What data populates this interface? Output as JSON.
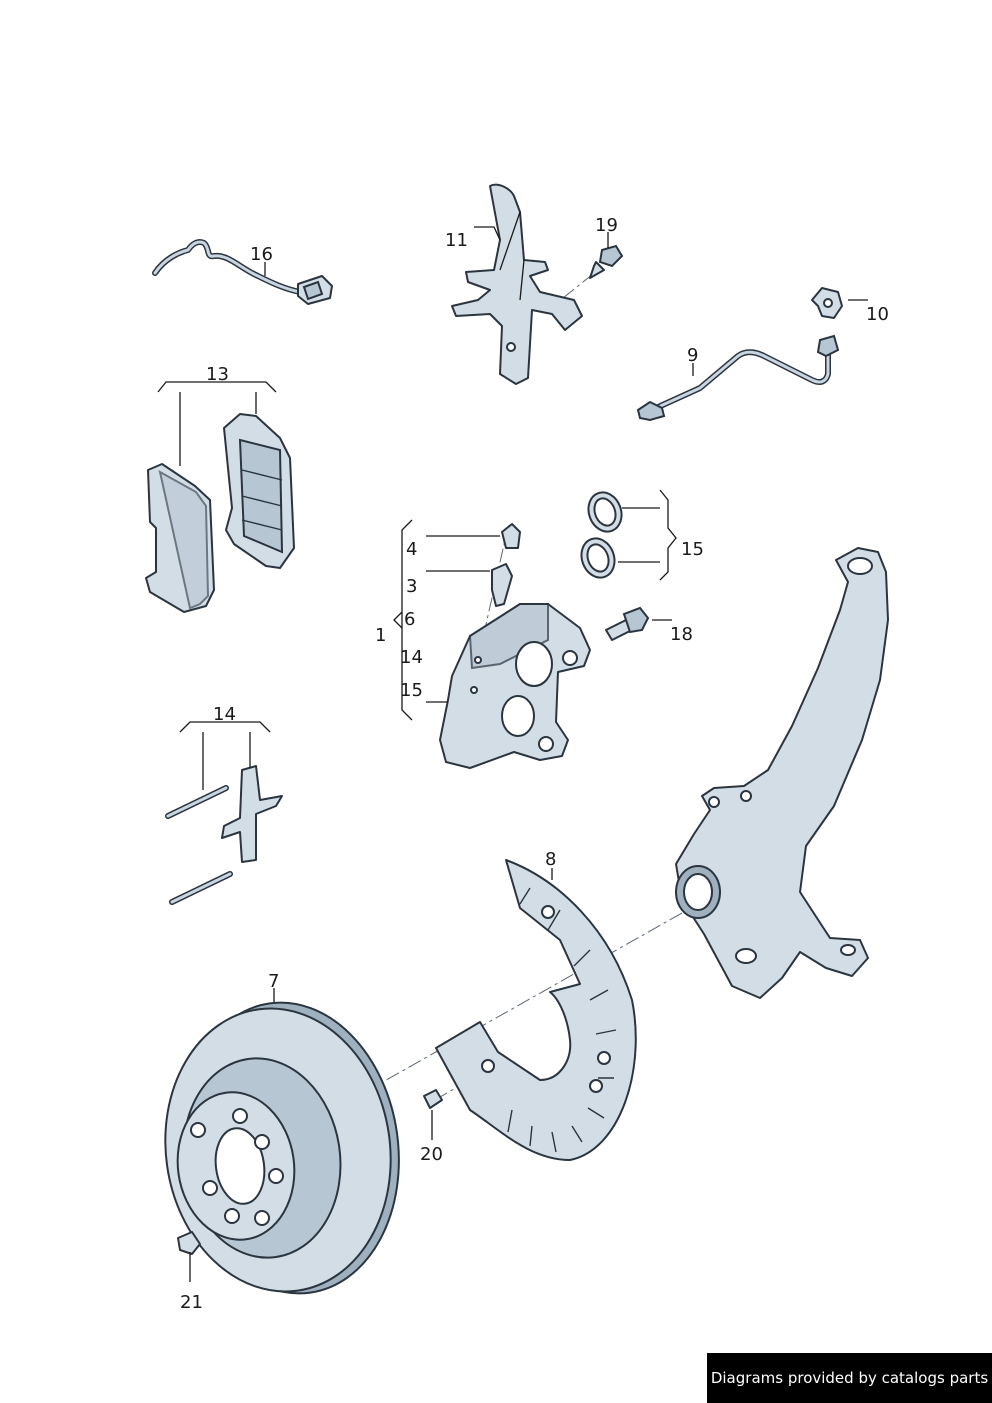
{
  "callouts": {
    "c1": "1",
    "c3": "3",
    "c4": "4",
    "c6": "6",
    "c7": "7",
    "c8": "8",
    "c9": "9",
    "c10": "10",
    "c11": "11",
    "c13": "13",
    "c14a": "14",
    "c14b": "14",
    "c15a": "15",
    "c15b": "15",
    "c16": "16",
    "c18": "18",
    "c19": "19",
    "c20": "20",
    "c21": "21"
  },
  "credit": "Diagrams provided by catalogs parts",
  "colors": {
    "part_fill": "#d3dde6",
    "outline": "#2a3540",
    "credit_bg": "#000000"
  },
  "parts": [
    {
      "id": "1",
      "icon": "brake-caliper-icon"
    },
    {
      "id": "3",
      "icon": "bleeder-valve-icon"
    },
    {
      "id": "4",
      "icon": "dust-cap-icon"
    },
    {
      "id": "7",
      "icon": "brake-disc-icon"
    },
    {
      "id": "8",
      "icon": "splash-guard-icon"
    },
    {
      "id": "9",
      "icon": "brake-hose-icon"
    },
    {
      "id": "10",
      "icon": "retaining-clip-icon"
    },
    {
      "id": "11",
      "icon": "bracket-icon"
    },
    {
      "id": "13",
      "icon": "brake-pad-icon"
    },
    {
      "id": "14",
      "icon": "guide-pin-icon"
    },
    {
      "id": "15",
      "icon": "seal-ring-icon"
    },
    {
      "id": "16",
      "icon": "wear-sensor-icon"
    },
    {
      "id": "18",
      "icon": "bolt-icon"
    },
    {
      "id": "19",
      "icon": "bolt-icon"
    },
    {
      "id": "20",
      "icon": "bolt-icon"
    },
    {
      "id": "21",
      "icon": "bolt-icon"
    },
    {
      "id": "steering-knuckle",
      "icon": "steering-knuckle-icon"
    }
  ]
}
